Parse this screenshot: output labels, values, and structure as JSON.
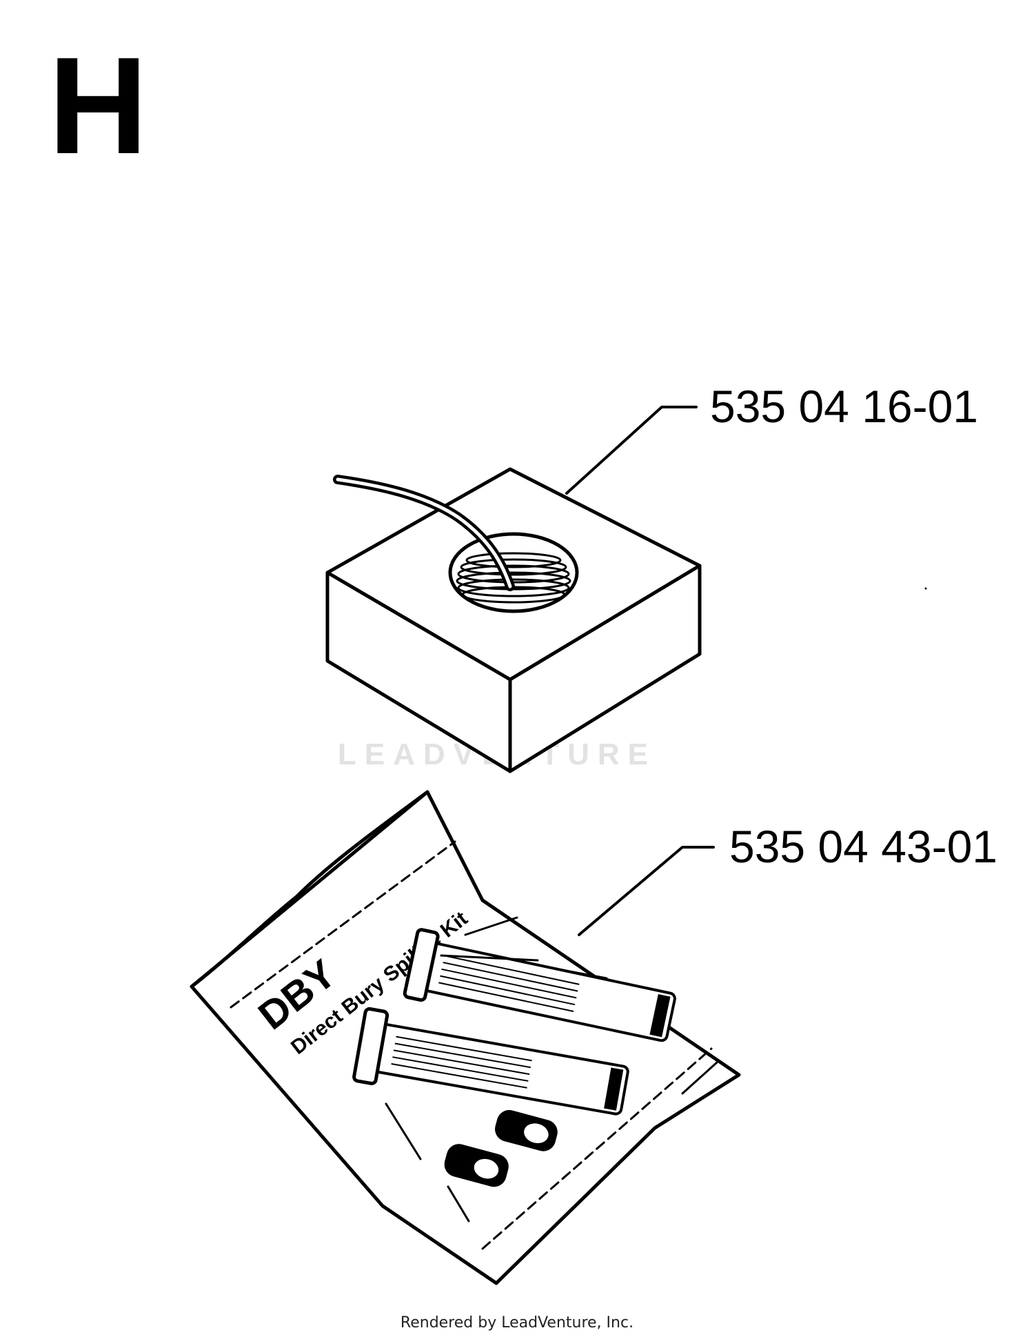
{
  "section": {
    "letter": "H"
  },
  "parts": [
    {
      "number": "535 04 16-01"
    },
    {
      "number": "535 04 43-01"
    }
  ],
  "kit_bag": {
    "brand": "DBY",
    "name": "Direct Bury Spilice Kit"
  },
  "watermark": {
    "text": "LEADVENTURE"
  },
  "footer": {
    "text": "Rendered by LeadVenture, Inc."
  }
}
